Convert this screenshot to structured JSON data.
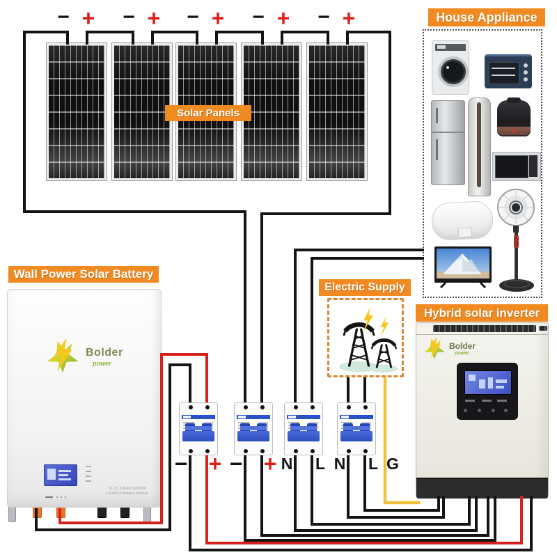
{
  "colors": {
    "badge_orange": "#f18a21",
    "wire_negative": "#141414",
    "wire_positive": "#d8201a",
    "wire_ground": "#f0c23c",
    "breaker_blue": "#2b51c8",
    "lcd_blue": "#4457cd"
  },
  "solar_array": {
    "label": "Solar Panels",
    "panel_count": 5,
    "terminal_labels": [
      "−",
      "+",
      "−",
      "+",
      "−",
      "+",
      "−",
      "+",
      "−",
      "+"
    ]
  },
  "house_appliance": {
    "label": "House Appliance",
    "items": [
      "washing-machine",
      "toaster-oven",
      "refrigerator",
      "air-conditioner",
      "rice-cooker",
      "microwave-oven",
      "water-heater",
      "stand-fan",
      "television"
    ]
  },
  "battery": {
    "label": "Wall Power Solar Battery",
    "brand": "Bolder",
    "brand_tagline": "power",
    "spec_line1": "51.2V 100Ah 5120Wh",
    "spec_line2": "LiFePO4 Battery Module"
  },
  "electric_supply": {
    "label": "Electric Supply"
  },
  "inverter": {
    "label": "Hybrid solar inverter",
    "brand": "Bolder",
    "brand_tagline": "power"
  },
  "breakers": {
    "labels": [
      "−",
      "+",
      "−",
      "+",
      "N",
      "L",
      "N",
      "L"
    ],
    "ground_label": "G"
  }
}
